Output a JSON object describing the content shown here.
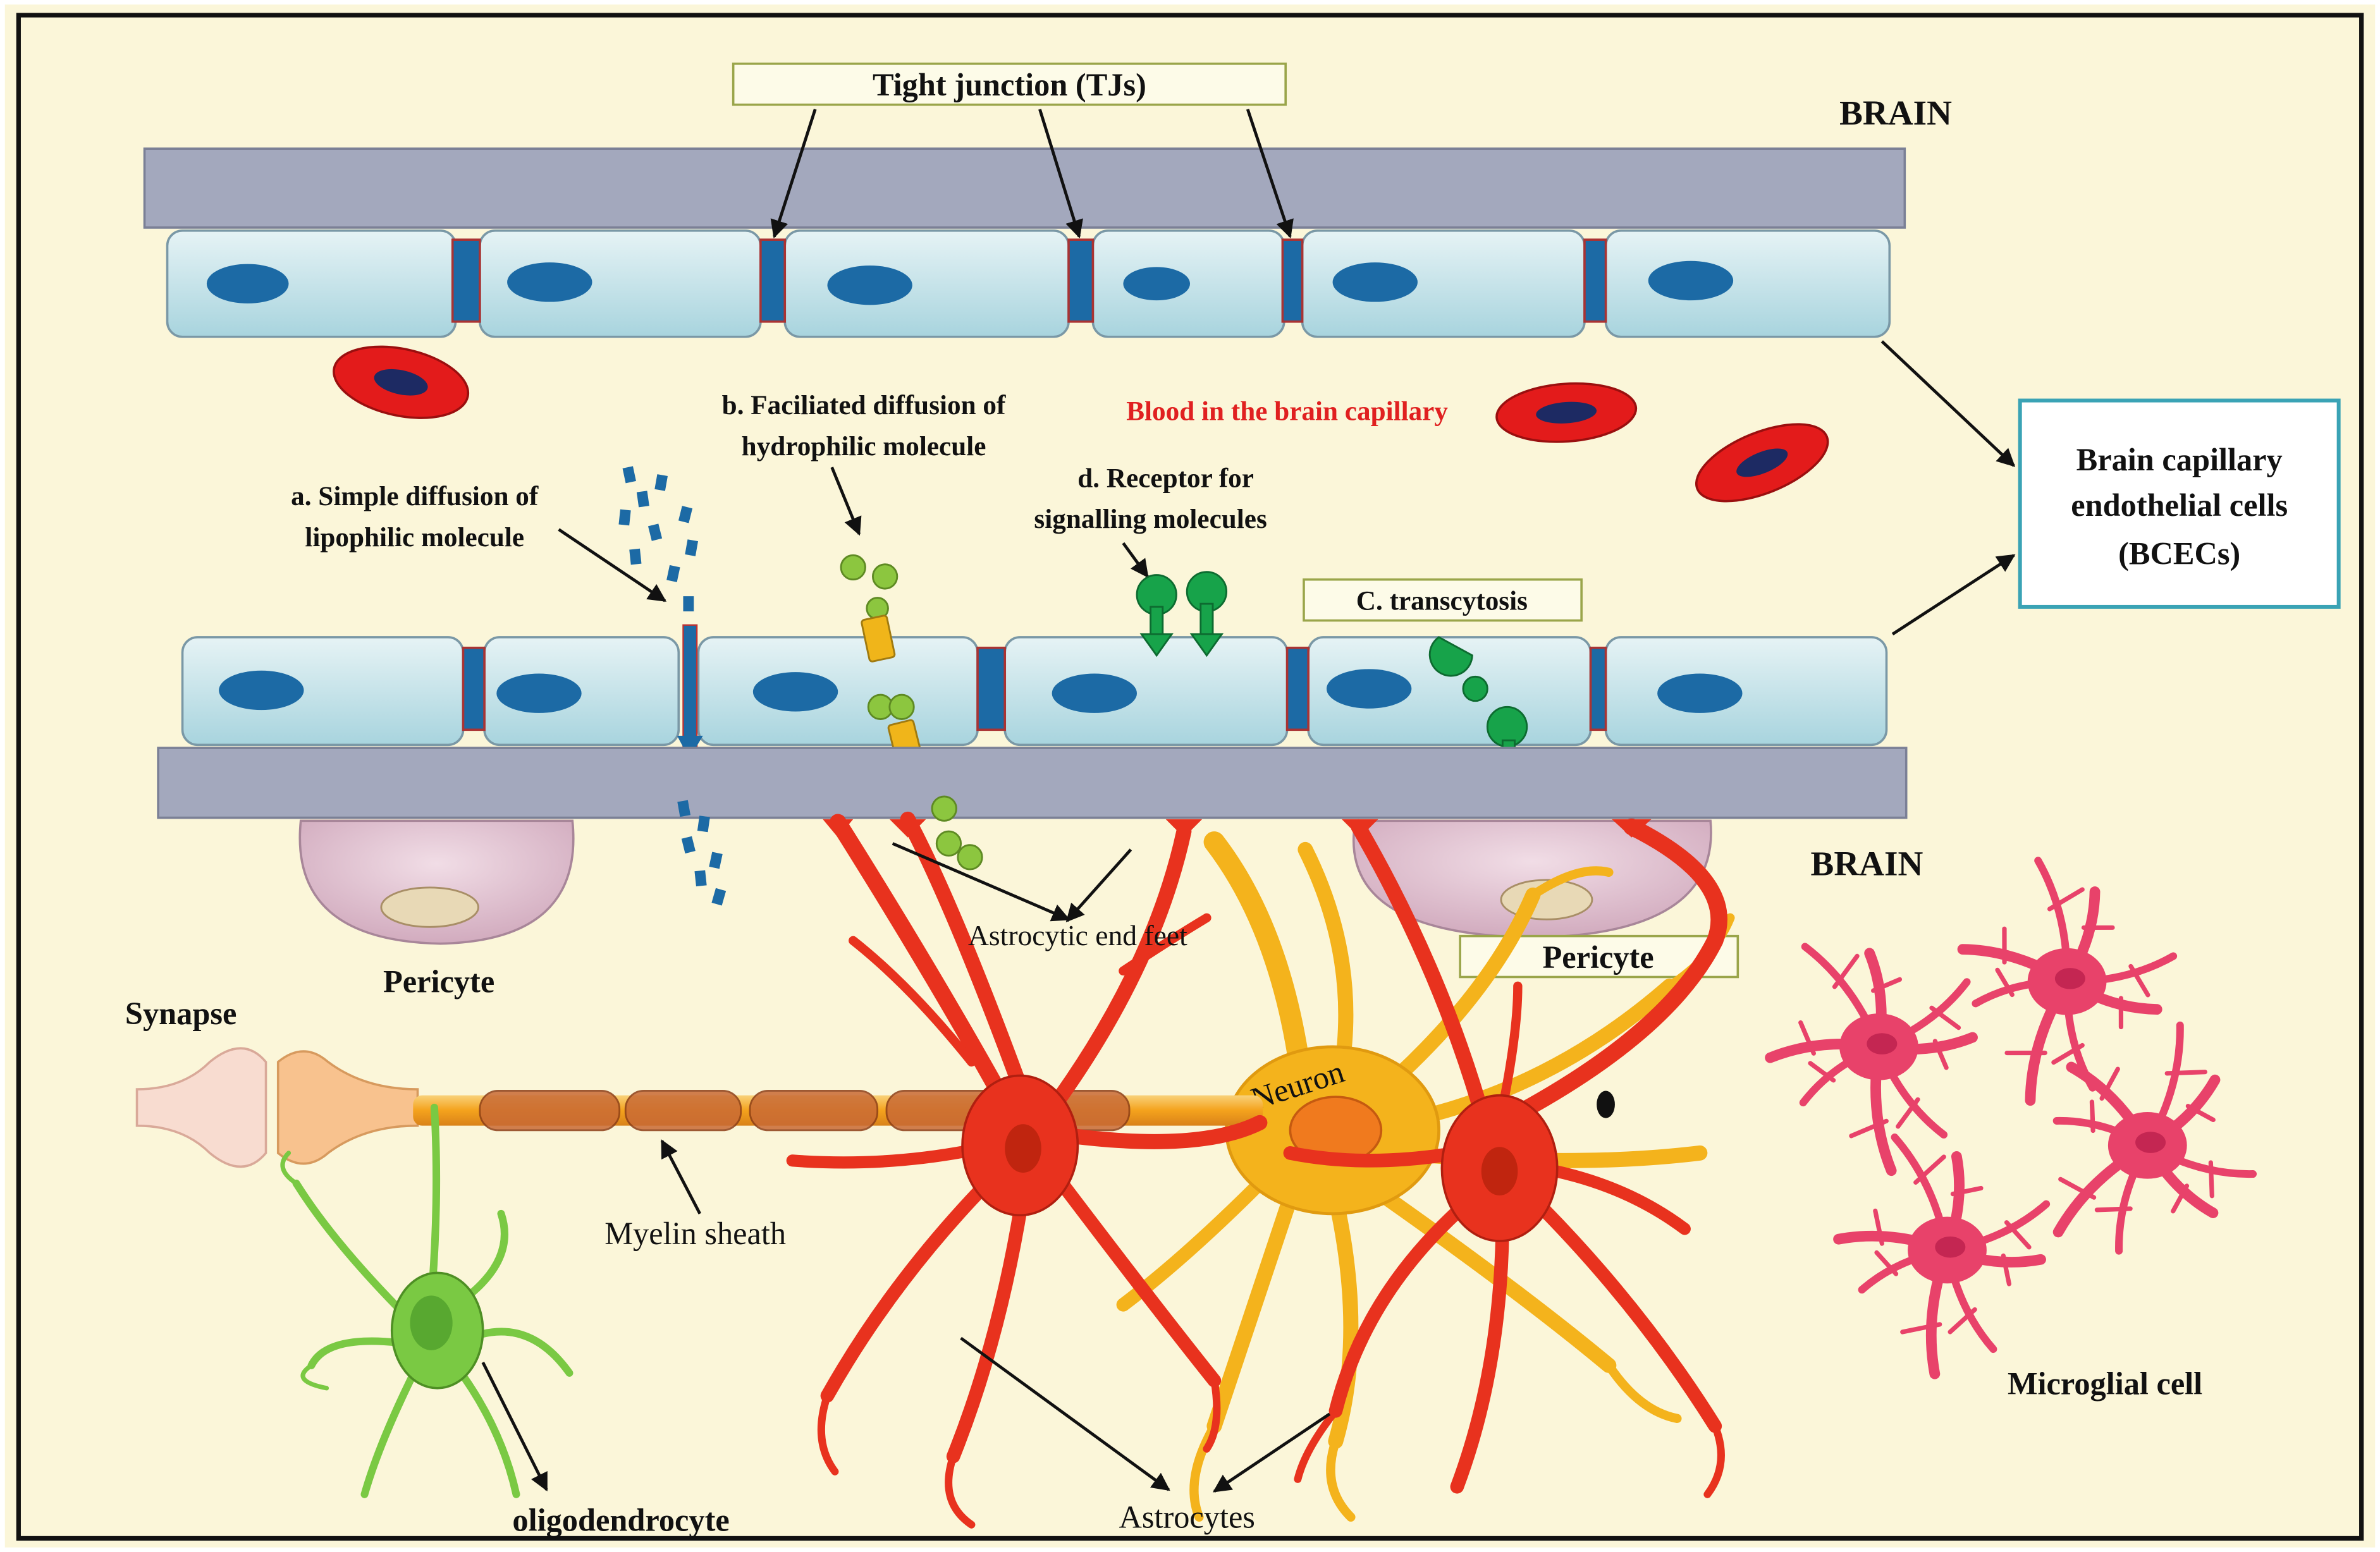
{
  "labels": {
    "tight_junction": "Tight junction (TJs)",
    "brain_top": "BRAIN",
    "brain_mid": "BRAIN",
    "blood": "Blood in the brain capillary",
    "bcec_line1": "Brain capillary",
    "bcec_line2": "endothelial cells",
    "bcec_line3": "(BCECs)",
    "simple_line1": "a. Simple diffusion of",
    "simple_line2": "lipophilic molecule",
    "facil_line1": "b. Faciliated diffusion of",
    "facil_line2": "hydrophilic molecule",
    "receptor_line1": "d. Receptor for",
    "receptor_line2": "signalling molecules",
    "transcytosis": "C. transcytosis",
    "astro_end_feet": "Astrocytic end feet",
    "pericyte_left": "Pericyte",
    "pericyte_right": "Pericyte",
    "synapse": "Synapse",
    "neuron": "Neuron",
    "myelin": "Myelin sheath",
    "oligodendrocyte": "oligodendrocyte",
    "astrocytes": "Astrocytes",
    "microglial": "Microglial cell"
  },
  "colors": {
    "background": "#fbf6d9",
    "membrane": "#a3a8bd",
    "endothelial": "#cfe8ee",
    "nucleus": "#1c6aa5",
    "junction": "#1c6aa5",
    "rbc": "#e31b1b",
    "blood_text": "#e02020",
    "astrocyte": "#e8321e",
    "neuron": "#f4b31c",
    "microglia": "#e8426a",
    "oligodendrocyte": "#7ac943",
    "molecule_green": "#8cc63f",
    "receptor": "#17a34a",
    "carrier": "#f0b51a",
    "bcec_border": "#3aa3b5",
    "pericyte": "#e4c9d6"
  }
}
